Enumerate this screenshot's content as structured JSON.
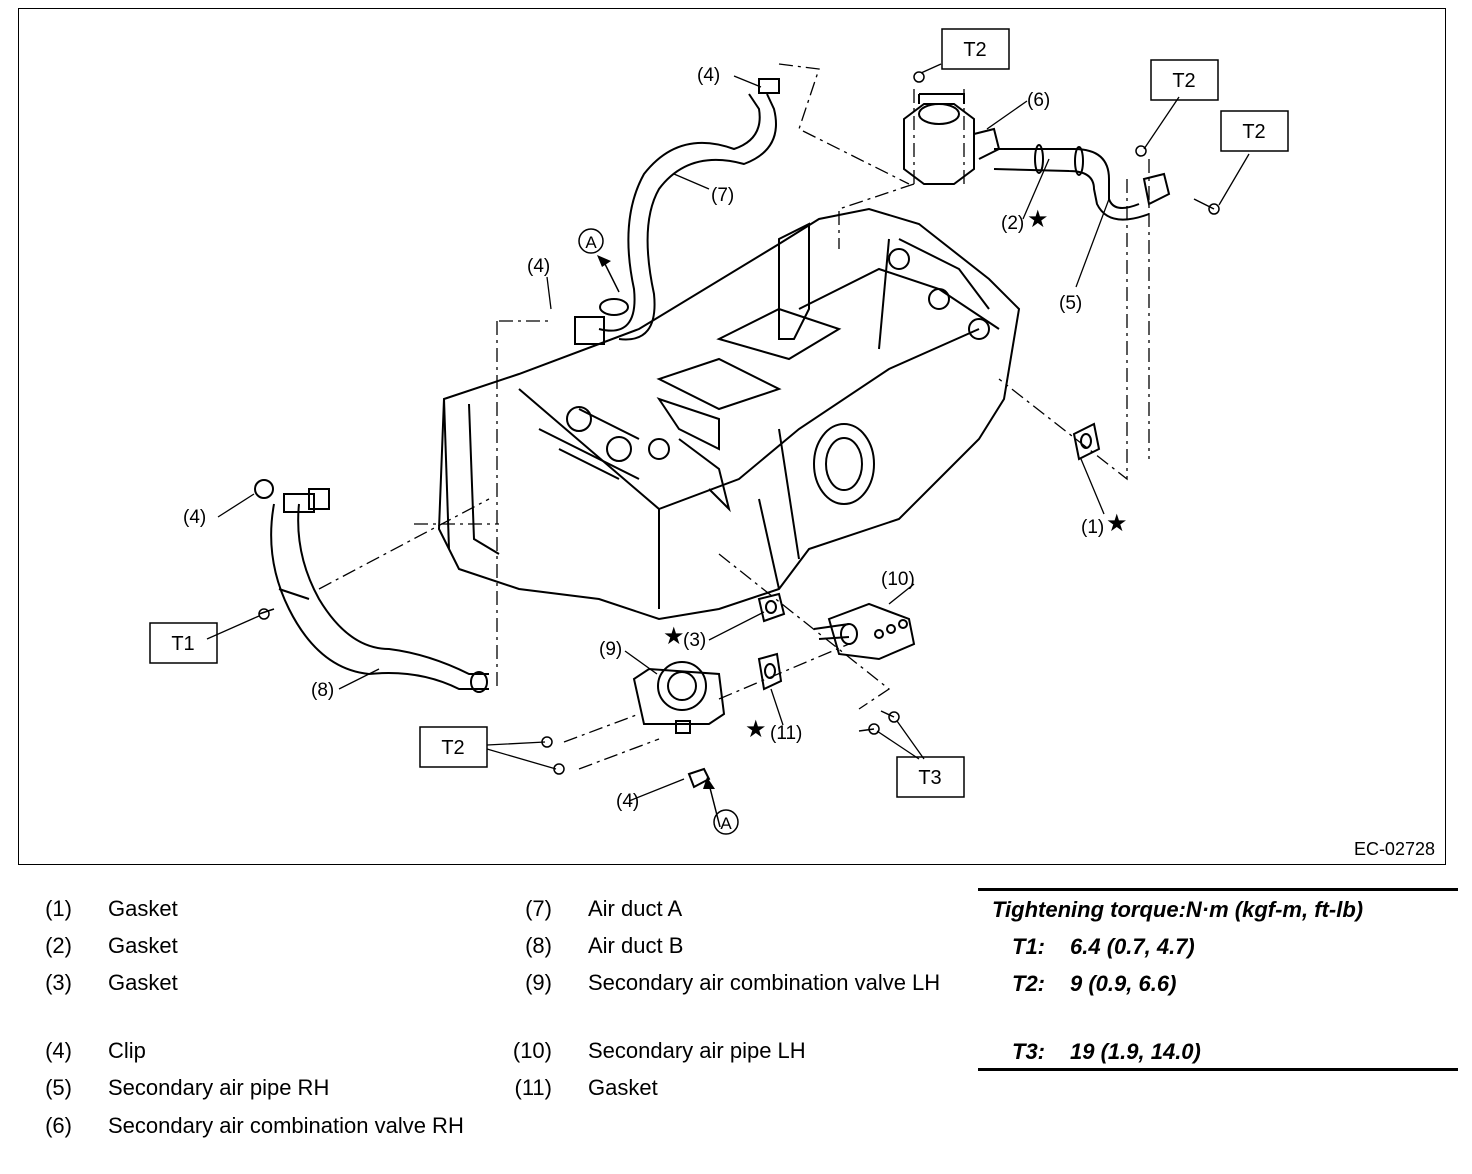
{
  "diagram": {
    "figure_code": "EC-02728",
    "callouts": {
      "c1": "(1)",
      "c2": "(2)",
      "c3": "(3)",
      "c4": "(4)",
      "c5": "(5)",
      "c6": "(6)",
      "c7": "(7)",
      "c8": "(8)",
      "c9": "(9)",
      "c10": "(10)",
      "c11": "(11)",
      "view_a": "A",
      "star": "★"
    },
    "torque_boxes": {
      "t1": "T1",
      "t2": "T2",
      "t3": "T3"
    }
  },
  "legend": [
    {
      "num": "(1)",
      "text": "Gasket"
    },
    {
      "num": "(2)",
      "text": "Gasket"
    },
    {
      "num": "(3)",
      "text": "Gasket"
    },
    {
      "num": "(4)",
      "text": "Clip"
    },
    {
      "num": "(5)",
      "text": "Secondary air pipe RH"
    },
    {
      "num": "(6)",
      "text": "Secondary air combination valve RH"
    },
    {
      "num": "(7)",
      "text": "Air duct A"
    },
    {
      "num": "(8)",
      "text": "Air duct B"
    },
    {
      "num": "(9)",
      "text": "Secondary air combination valve LH"
    },
    {
      "num": "(10)",
      "text": "Secondary air pipe LH"
    },
    {
      "num": "(11)",
      "text": "Gasket"
    }
  ],
  "torque_table": {
    "title": "Tightening torque:N·m (kgf-m, ft-lb)",
    "rows": [
      {
        "key": "T1:",
        "value": "6.4 (0.7, 4.7)"
      },
      {
        "key": "T2:",
        "value": "9 (0.9, 6.6)"
      },
      {
        "key": "T3:",
        "value": "19 (1.9, 14.0)"
      }
    ]
  }
}
